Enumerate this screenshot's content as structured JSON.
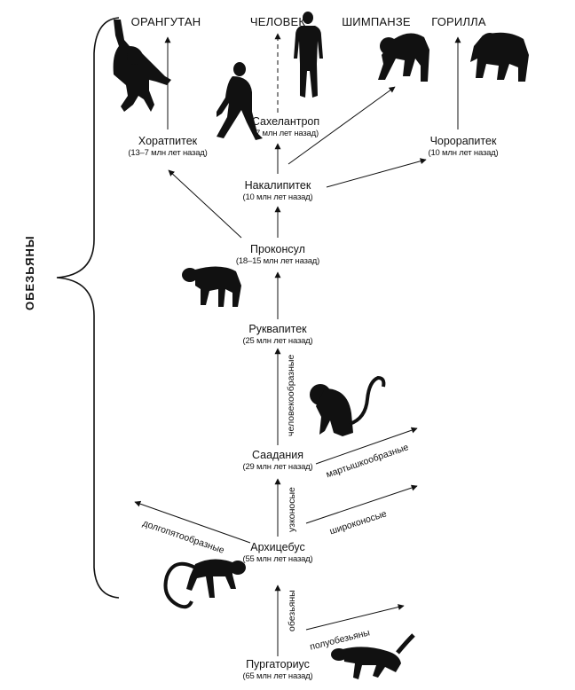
{
  "top_labels": {
    "orangutan": "ОРАНГУТАН",
    "human": "ЧЕЛОВЕК",
    "chimp": "ШИМПАНЗЕ",
    "gorilla": "ГОРИЛЛА"
  },
  "side_label": "ОБЕЗЬЯНЫ",
  "nodes": {
    "purgatorius": {
      "name": "Пургаториус",
      "date": "(65 млн лет назад)"
    },
    "archicebus": {
      "name": "Архицебус",
      "date": "(55 млн лет назад)"
    },
    "saadania": {
      "name": "Саадания",
      "date": "(29 млн лет назад)"
    },
    "rukwapithecus": {
      "name": "Руквапитек",
      "date": "(25 млн лет назад)"
    },
    "proconsul": {
      "name": "Проконсул",
      "date": "(18–15 млн лет назад)"
    },
    "nakalipithecus": {
      "name": "Накалипитек",
      "date": "(10 млн лет назад)"
    },
    "khoratpithecus": {
      "name": "Хоратпитек",
      "date": "(13–7 млн лет назад)"
    },
    "sahelanthropus": {
      "name": "Сахелантроп",
      "date": "(7 млн лет назад)"
    },
    "chororapithecus": {
      "name": "Чорорапитек",
      "date": "(10 млн лет назад)"
    }
  },
  "branches": {
    "monkeys": "обезьяны",
    "prosimians": "полуобезьяны",
    "narrow_nosed": "узконосые",
    "broad_nosed": "широконосые",
    "tarsiers": "долгопятообразные",
    "apes": "человекообразные",
    "old_world_monkeys": "мартышкообразные"
  },
  "colors": {
    "ink": "#111111",
    "background": "#ffffff"
  },
  "icons": [
    "orangutan-silhouette",
    "hominid-silhouette",
    "human-silhouette",
    "chimpanzee-silhouette",
    "gorilla-silhouette",
    "proconsul-silhouette",
    "monkey-silhouette",
    "archicebus-silhouette",
    "purgatorius-silhouette"
  ]
}
